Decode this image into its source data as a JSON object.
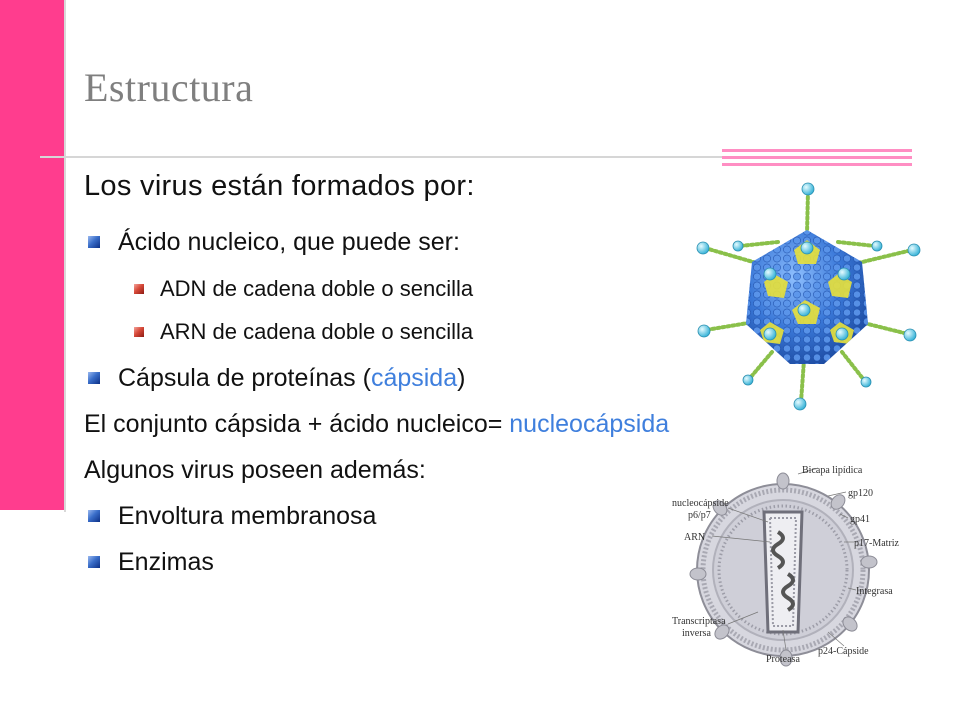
{
  "title": "Estructura",
  "intro": "Los virus están formados por:",
  "items": {
    "nucleic": "Ácido nucleico, que puede ser:",
    "dna": "ADN de cadena doble o sencilla",
    "rna": "ARN de cadena doble o sencilla",
    "capsule_pre": "Cápsula de proteínas (",
    "capsule_term": "cápsida",
    "capsule_post": ")",
    "ensemble_pre": "El conjunto cápsida + ácido nucleico= ",
    "ensemble_term": "nucleocápsida",
    "extra": "Algunos virus poseen además:",
    "envelope": "Envoltura membranosa",
    "enzymes": "Enzimas"
  },
  "hiv_labels": {
    "bicapa": "Bicapa lipídica",
    "gp120": "gp120",
    "gp41": "gp41",
    "matriz": "p17-Matriz",
    "integrasa": "Integrasa",
    "capside": "p24-Cápside",
    "proteasa": "Proteasa",
    "transcriptasa_1": "Transcriptasa",
    "transcriptasa_2": "inversa",
    "arn": "ARN",
    "nucleocapside": "nucleocápside",
    "p6p7": "p6/p7"
  },
  "colors": {
    "sidebar": "#ff3d8e",
    "accent_lines": "#ff8ec3",
    "title": "#7f7f7f",
    "highlight": "#3f7fdd",
    "capsid_blue": "#3a78d8",
    "capsid_yellow": "#e8e23a",
    "spike_green": "#8ac04a",
    "spike_tip": "#7fd8ee"
  },
  "icons": {
    "level1_bullet": "blue-square-bullet-icon",
    "level2_bullet": "red-square-bullet-icon"
  }
}
